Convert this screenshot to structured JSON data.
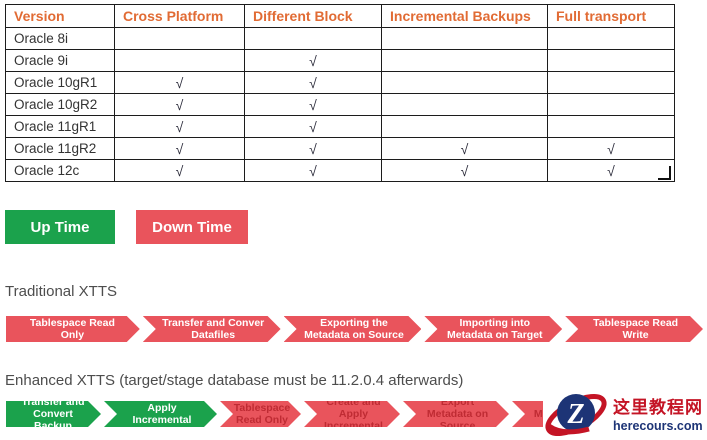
{
  "table": {
    "headers": [
      "Version",
      "Cross Platform",
      "Different Block",
      "Incremental Backups",
      "Full transport"
    ],
    "check_glyph": "√",
    "rows": [
      [
        "Oracle 8i",
        "",
        "",
        "",
        ""
      ],
      [
        "Oracle 9i",
        "",
        "√",
        "",
        ""
      ],
      [
        "Oracle 10gR1",
        "√",
        "√",
        "",
        ""
      ],
      [
        "Oracle 10gR2",
        "√",
        "√",
        "",
        ""
      ],
      [
        "Oracle 11gR1",
        "√",
        "√",
        "",
        ""
      ],
      [
        "Oracle 11gR2",
        "√",
        "√",
        "√",
        "√"
      ],
      [
        "Oracle 12c",
        "√",
        "√",
        "√",
        "√"
      ]
    ]
  },
  "buttons": {
    "up_time": "Up Time",
    "down_time": "Down Time"
  },
  "traditional": {
    "title": "Traditional XTTS",
    "steps": [
      "Tablespace Read Only",
      "Transfer and Conver Datafiles",
      "Exporting the Metadata on Source",
      "Importing into Metadata on Target",
      "Tablespace Read Write"
    ]
  },
  "enhanced": {
    "title": "Enhanced XTTS (target/stage database must be 11.2.0.4 afterwards)",
    "steps": [
      {
        "label": "Transfer and Convert Backup",
        "color": "green"
      },
      {
        "label": "Create and Apply Incremental Backup",
        "color": "green"
      },
      {
        "label": "Tablespace Read Only",
        "color": "red"
      },
      {
        "label": "Create and Apply Incremental",
        "color": "red"
      },
      {
        "label": "Export Metadata on Source",
        "color": "red"
      },
      {
        "label": "Import Metadata on Target",
        "color": "red"
      }
    ]
  },
  "watermark": {
    "site_name": "这里教程网",
    "site_url": "herecours.com",
    "logo_letter": "Z"
  },
  "colors": {
    "header_orange": "#e16b34",
    "up_green": "#1ba24c",
    "down_red": "#e9545c",
    "enhanced_red_text": "#bf2b33",
    "watermark_red": "#c41425",
    "watermark_navy": "#1d3476"
  }
}
